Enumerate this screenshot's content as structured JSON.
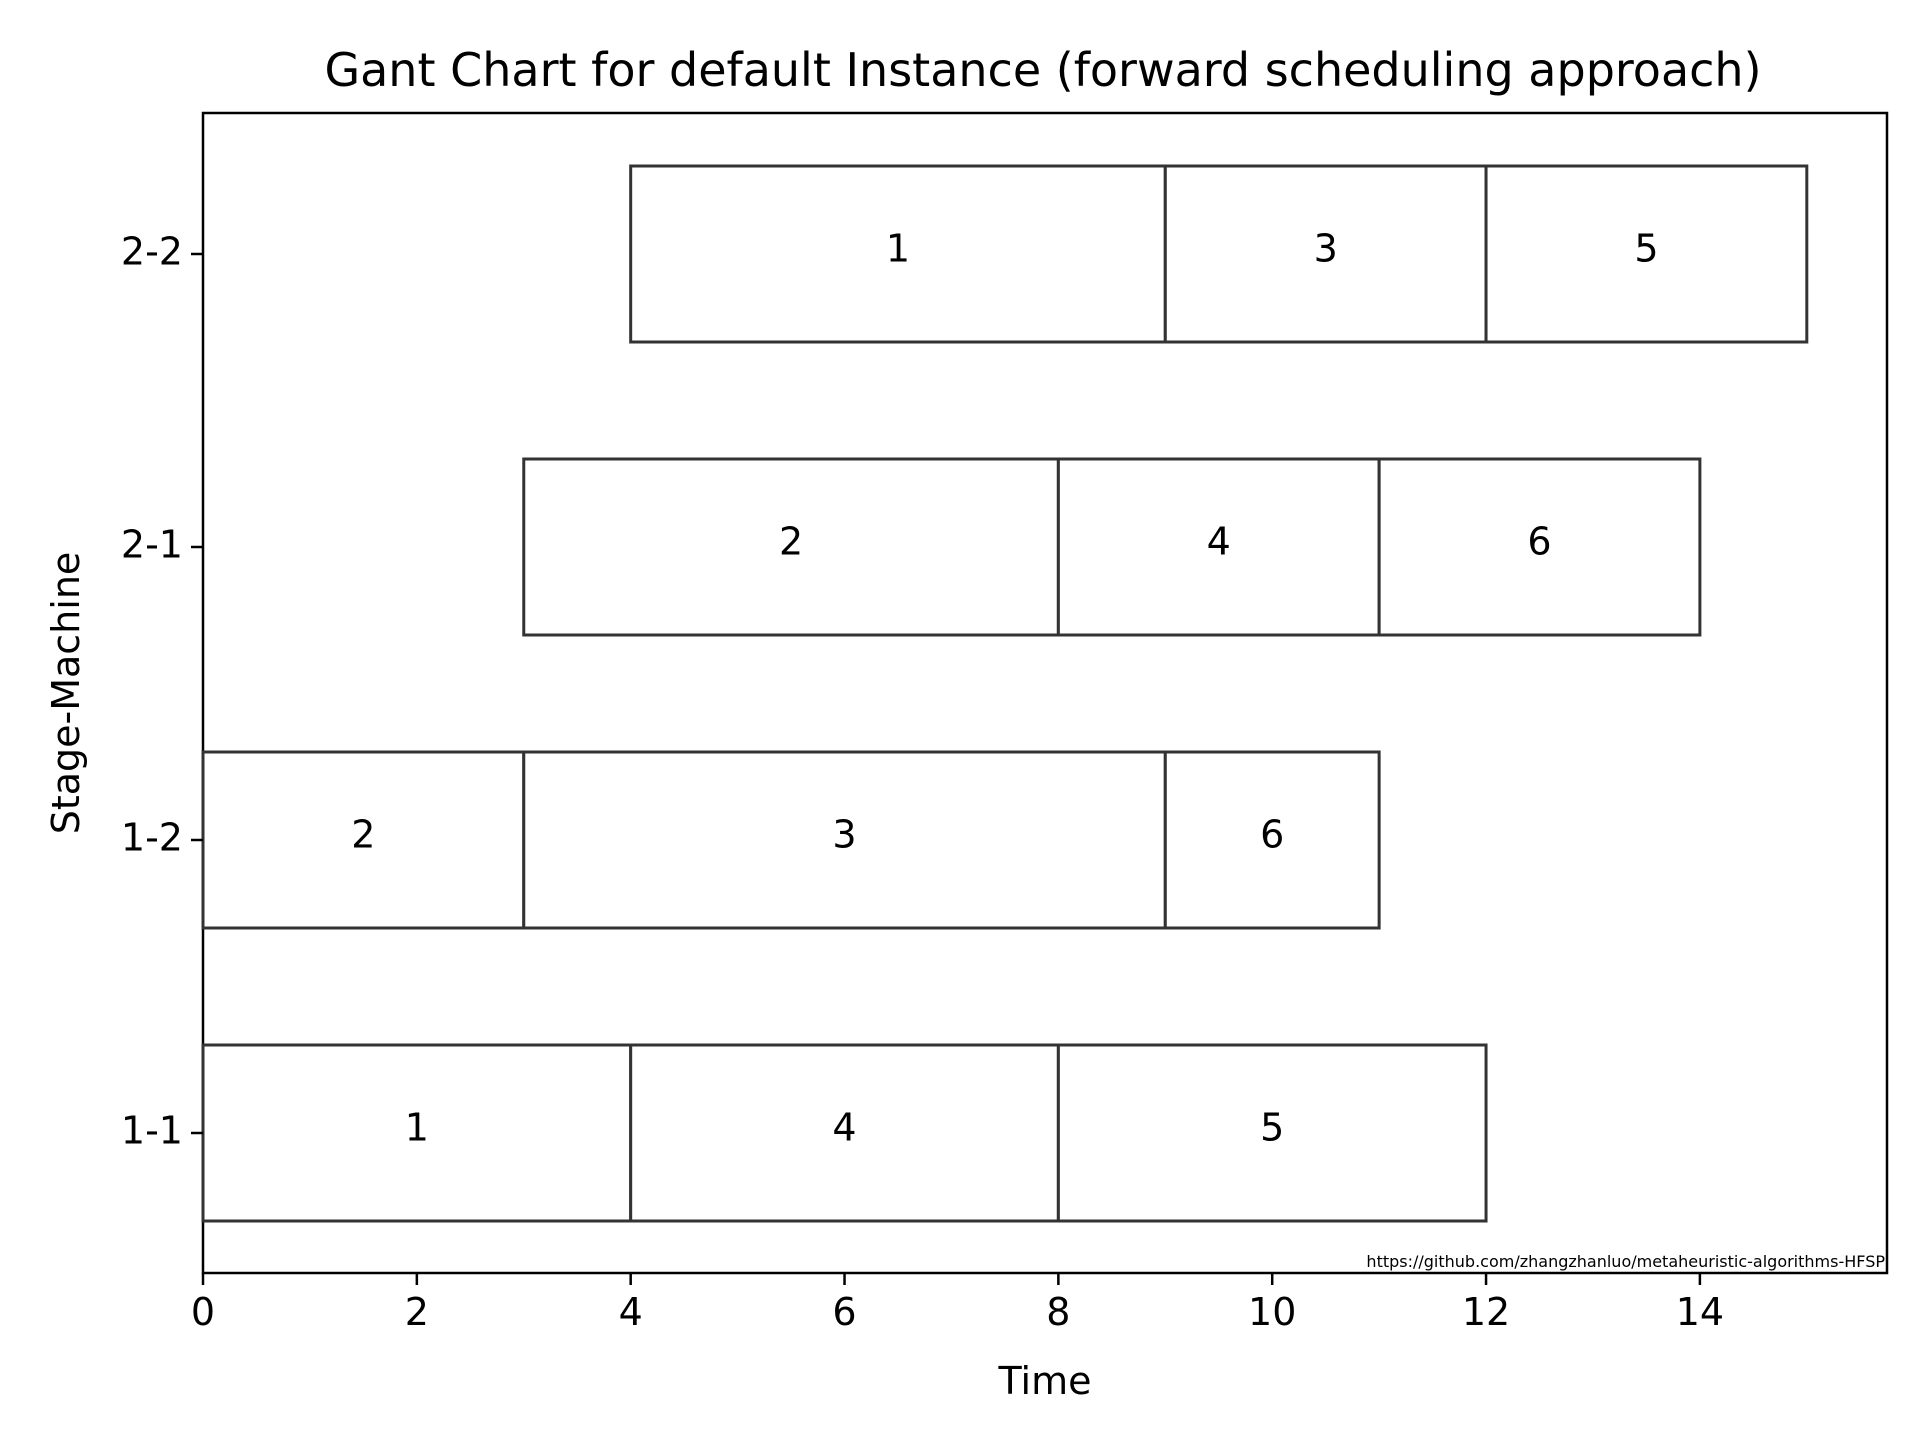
{
  "chart_data": {
    "type": "gantt",
    "title": "Gant Chart for default Instance (forward scheduling approach)",
    "xlabel": "Time",
    "ylabel": "Stage-Machine",
    "xlim": [
      0,
      15.75
    ],
    "x_ticks": [
      0,
      2,
      4,
      6,
      8,
      10,
      12,
      14
    ],
    "categories": [
      "1-1",
      "1-2",
      "2-1",
      "2-2"
    ],
    "grid": false,
    "watermark": "https://github.com/zhangzhanluo/metaheuristic-algorithms-HFSP",
    "bar_fill": "#ffffff",
    "bar_stroke": "#333333",
    "tasks": [
      {
        "machine": "1-1",
        "job": "1",
        "start": 0,
        "end": 4
      },
      {
        "machine": "1-1",
        "job": "4",
        "start": 4,
        "end": 8
      },
      {
        "machine": "1-1",
        "job": "5",
        "start": 8,
        "end": 12
      },
      {
        "machine": "1-2",
        "job": "2",
        "start": 0,
        "end": 3
      },
      {
        "machine": "1-2",
        "job": "3",
        "start": 3,
        "end": 9
      },
      {
        "machine": "1-2",
        "job": "6",
        "start": 9,
        "end": 11
      },
      {
        "machine": "2-1",
        "job": "2",
        "start": 3,
        "end": 8
      },
      {
        "machine": "2-1",
        "job": "4",
        "start": 8,
        "end": 11
      },
      {
        "machine": "2-1",
        "job": "6",
        "start": 11,
        "end": 14
      },
      {
        "machine": "2-2",
        "job": "1",
        "start": 4,
        "end": 9
      },
      {
        "machine": "2-2",
        "job": "3",
        "start": 9,
        "end": 12
      },
      {
        "machine": "2-2",
        "job": "5",
        "start": 12,
        "end": 15
      }
    ]
  }
}
